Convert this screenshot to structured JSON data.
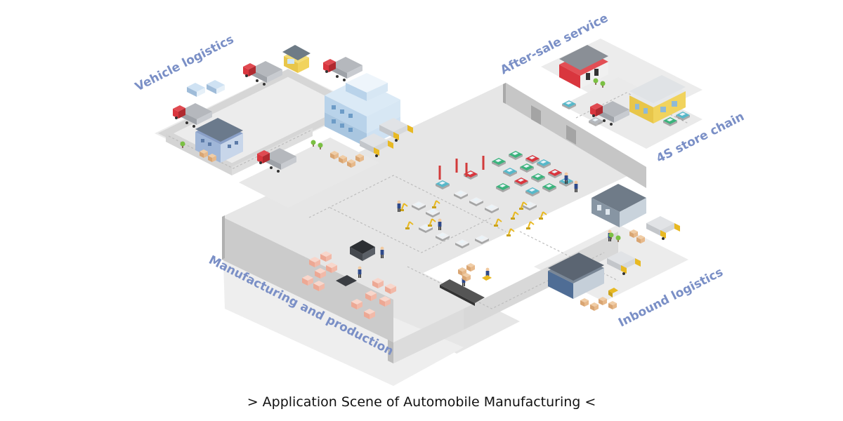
{
  "labels": {
    "vehicle_logistics": "Vehicle logistics",
    "after_sale_service": "After-sale service",
    "store_chain": "4S store chain",
    "manufacturing": "Manufacturing and production",
    "inbound_logistics": "Inbound logistics"
  },
  "caption": "> Application Scene of Automobile Manufacturing <",
  "colors": {
    "ground": "#e4e4e4",
    "road": "#d2d2d2",
    "wall": "#c9c9c9",
    "wall_dark": "#a9a9a9",
    "label": "#7a8fc6",
    "truck_cab": "#d9363e",
    "truck_box": "#b5b8bd",
    "building_blue": "#cfe2f3",
    "building_red": "#d9363e",
    "building_grey": "#6f7b88",
    "box": "#e7b98a",
    "box_pink": "#f2b9a8",
    "car_green": "#3bb37c",
    "car_red": "#d9363e",
    "car_teal": "#57b8c9",
    "lift_red": "#d23b3b",
    "robot": "#e8b923",
    "grass": "#7bc043"
  },
  "icons": [
    "truck-icon",
    "building-icon",
    "car-icon",
    "robot-arm-icon",
    "worker-icon",
    "cargo-box-icon",
    "forklift-icon",
    "warehouse-icon"
  ]
}
